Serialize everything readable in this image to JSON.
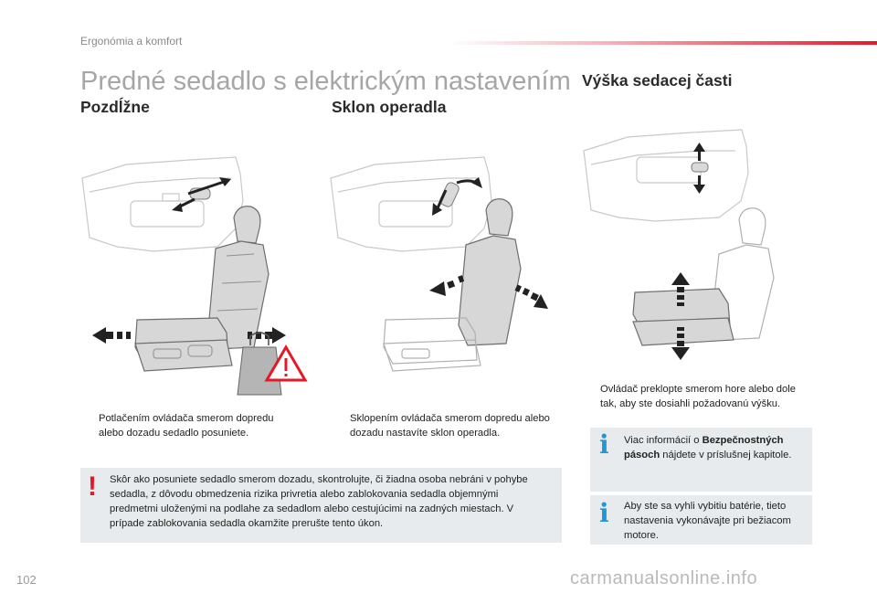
{
  "header": {
    "section": "Ergonómia a komfort"
  },
  "title": "Predné sedadlo s elektrickým nastavením",
  "columns": {
    "longitudinal": {
      "heading": "Pozdĺžne",
      "marker": "",
      "text": "Potlačením ovládača smerom dopredu alebo dozadu sedadlo posuniete."
    },
    "backrest": {
      "heading": "Sklon operadla",
      "marker": "",
      "text": "Sklopením ovládača smerom dopredu alebo dozadu nastavíte sklon operadla."
    },
    "height": {
      "heading": "Výška sedacej časti",
      "marker": "",
      "text": "Ovládač preklopte smerom hore alebo dole tak, aby ste dosiahli požadovanú výšku."
    }
  },
  "warning": {
    "icon": "!",
    "text": "Skôr ako posuniete sedadlo smerom dozadu, skontrolujte, či žiadna osoba nebráni v pohybe sedadla, z dôvodu obmedzenia rizika privretia alebo zablokovania sedadla objemnými predmetmi uloženými na podlahe za sedadlom alebo cestujúcimi na zadných miestach. V prípade zablokovania sedadla okamžite prerušte tento úkon."
  },
  "info1": {
    "icon": "i",
    "prefix": "Viac informácií o ",
    "bold": "Bezpečnostných pásoch",
    "suffix": " nájdete v príslušnej kapitole."
  },
  "info2": {
    "icon": "i",
    "text": "Aby ste sa vyhli vybitiu batérie, tieto nastavenia vykonávajte pri bežiacom motore."
  },
  "page_number": "102",
  "watermark": "carmanualsonline.info",
  "colors": {
    "accent_red": "#e5182a",
    "info_blue": "#2196d9",
    "box_gray": "#e8ebed",
    "title_gray": "#a6a6a6"
  }
}
